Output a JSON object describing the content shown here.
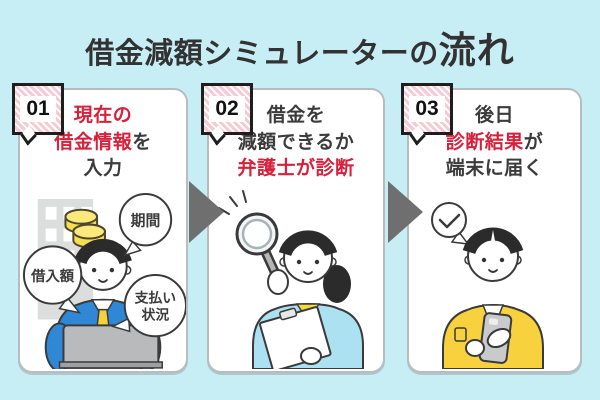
{
  "title": {
    "prefix": "借金減額シミュレーターの",
    "emphasis": "流れ"
  },
  "colors": {
    "background_cyan": "#c8eef5",
    "accent_red": "#d6213c",
    "text_dark": "#3b3b3b",
    "card_white": "#ffffff",
    "card_border": "#b9bcbe",
    "arrow_gray": "#6f6f70",
    "badge_stripe_pink": "#f6c9d3",
    "suit_blue": "#2f87d5",
    "tie_yellow": "#f3d23c",
    "jacket_light_blue": "#ace1f1",
    "shirt_yellow": "#f7d23e",
    "coin_gold": "#f6df4e",
    "laptop_gray": "#b9babc"
  },
  "steps": [
    {
      "number": "01",
      "heading": {
        "line1_red": "現在の",
        "line2_red": "借金情報",
        "line2_dark": "を",
        "line3_dark": "入力"
      },
      "bubbles": {
        "loan_amount": "借入額",
        "period": "期間",
        "payment_status_line1": "支払い",
        "payment_status_line2": "状況"
      },
      "illustration": "businessman-typing-debt-info-on-laptop"
    },
    {
      "number": "02",
      "heading": {
        "line1_dark": "借金を",
        "line2_dark": "減額できるか",
        "line3_red": "弁護士が診断"
      },
      "illustration": "lawyer-woman-with-magnifying-glass-and-clipboard"
    },
    {
      "number": "03",
      "heading": {
        "line1_dark": "後日",
        "line2_red": "診断結果",
        "line2_dark": "が",
        "line3_dark": "端末に届く"
      },
      "illustration": "person-receiving-result-on-smartphone"
    }
  ]
}
